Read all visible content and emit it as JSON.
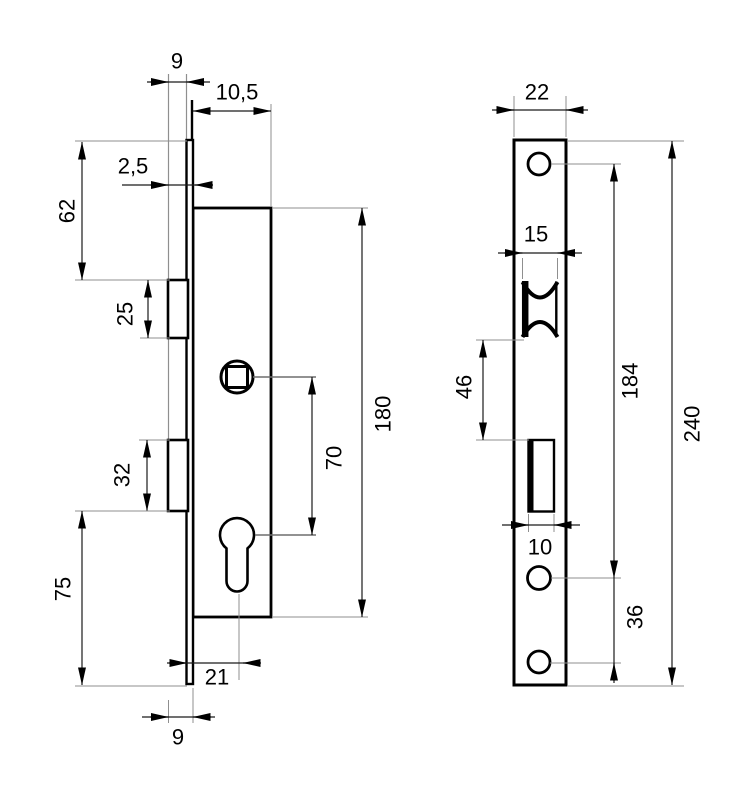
{
  "drawing": {
    "kind": "lock-technical-drawing",
    "background": "#ffffff",
    "object_line_color": "#000000",
    "dimension_line_color": "#1a1a1a",
    "extension_line_color": "#8f8f8f"
  },
  "labels": {
    "side_plate_width_top": "9",
    "side_case_offset": "10,5",
    "side_plate_thickness": "2,5",
    "side_top_to_latch": "62",
    "side_latch_height": "25",
    "side_deadbolt_height": "32",
    "side_deadbolt_to_bottom": "75",
    "side_spindle_to_cylinder": "70",
    "side_case_height": "180",
    "side_backset": "21",
    "side_plate_width_bottom": "9",
    "front_plate_width": "22",
    "front_latch_width": "15",
    "front_latch_to_deadbolt": "46",
    "front_top_hole_to_cylinder_hole": "184",
    "front_cylinder_hole_to_bottom_hole": "36",
    "front_plate_height": "240",
    "front_deadbolt_width": "10"
  }
}
